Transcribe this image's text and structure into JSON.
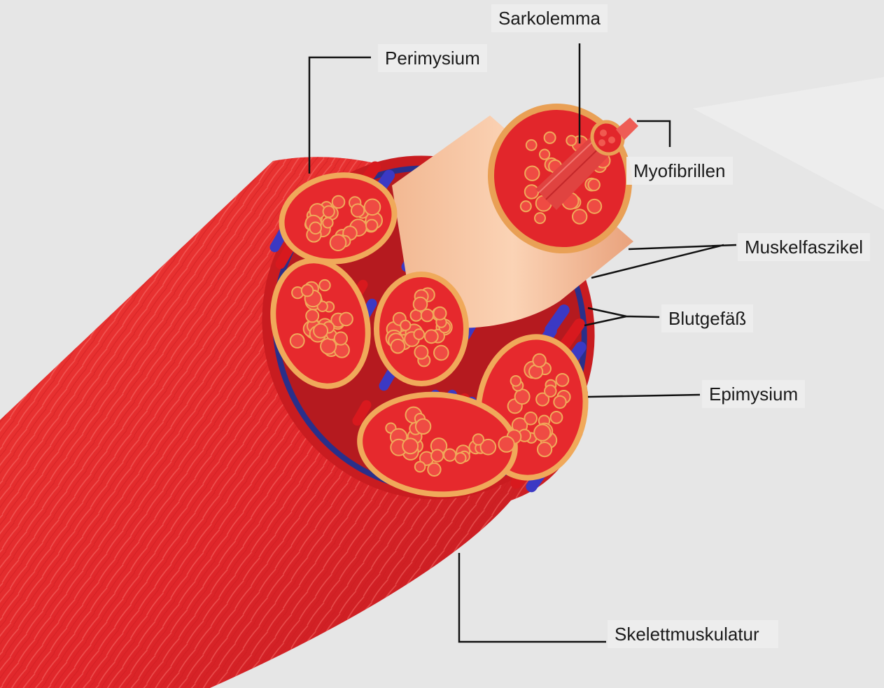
{
  "labels": {
    "sarkolemma": "Sarkolemma",
    "perimysium": "Perimysium",
    "myofibrillen": "Myofibrillen",
    "muskelfaszikel": "Muskelfaszikel",
    "blutgefaess": "Blutgefäß",
    "epimysium": "Epimysium",
    "skelettmuskulatur": "Skelettmuskulatur"
  },
  "colors": {
    "background": "#e6e6e6",
    "muscle_red": "#e0262a",
    "muscle_dark": "#b0151a",
    "connective_tissue": "#f0a95a",
    "fascicle_tube": "#f5c09a",
    "artery": "#d8191e",
    "vein": "#3b39c4",
    "leader_line": "#111111"
  }
}
